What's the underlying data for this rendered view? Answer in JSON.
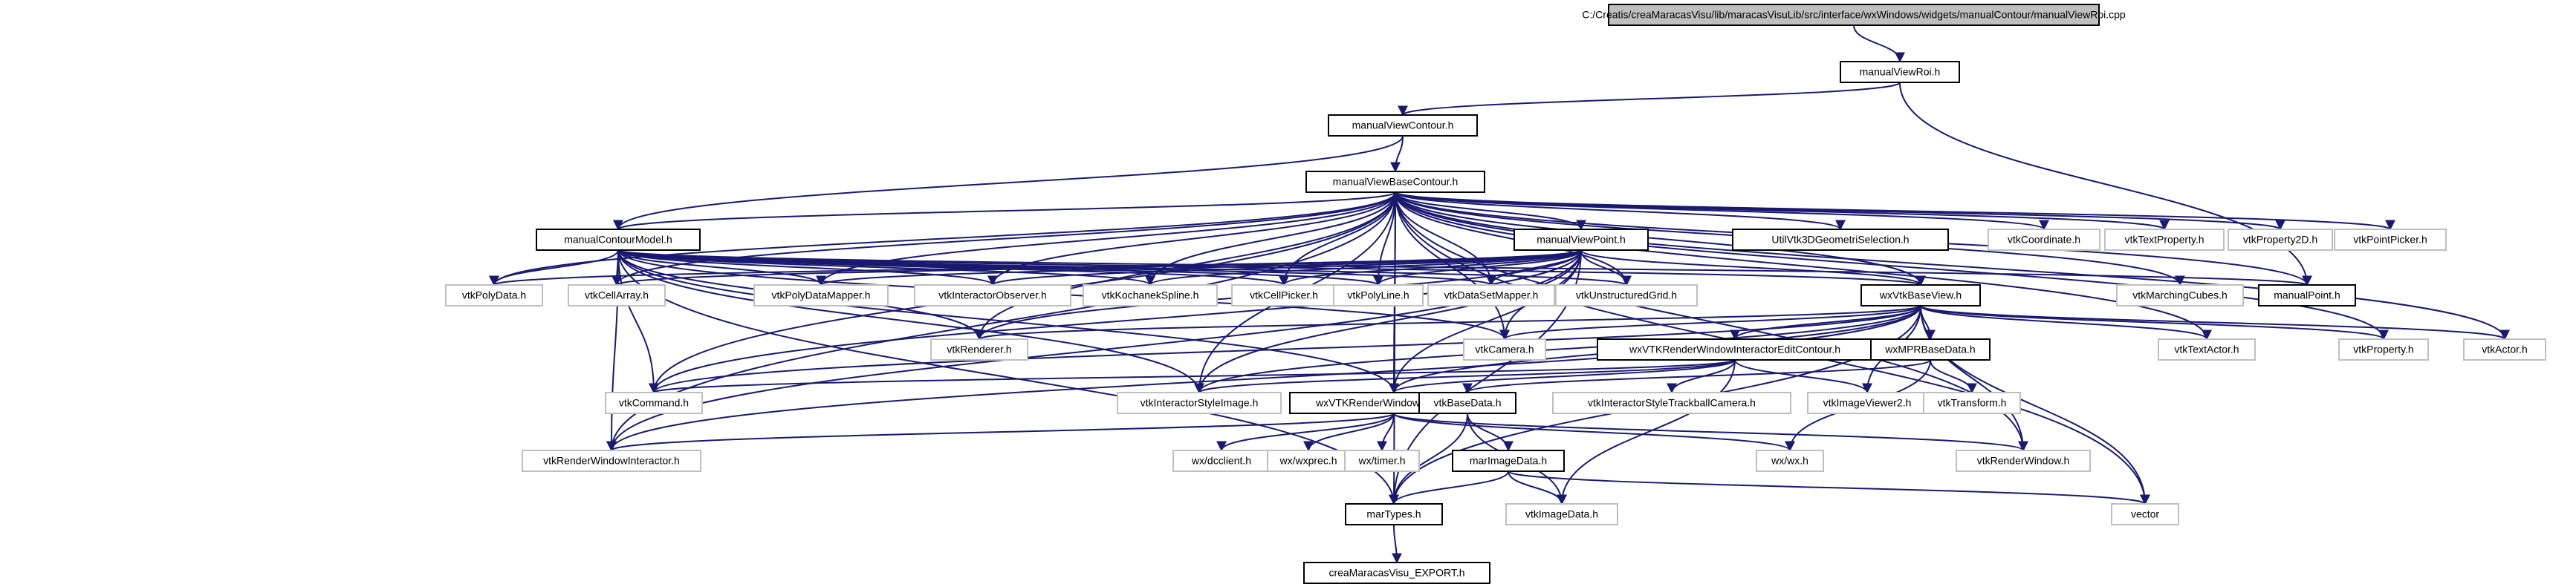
{
  "diagram": {
    "nodes": [
      {
        "id": "root",
        "label": "C:/Creatis/creaMaracasVisu/lib/maracasVisuLib/src/interface/wxWindows/widgets/manualContour/manualViewRoi.cpp",
        "style": "root"
      },
      {
        "id": "manualViewRoi",
        "label": "manualViewRoi.h",
        "style": "solid"
      },
      {
        "id": "manualViewContour",
        "label": "manualViewContour.h",
        "style": "solid"
      },
      {
        "id": "manualViewBaseContour",
        "label": "manualViewBaseContour.h",
        "style": "solid"
      },
      {
        "id": "manualContourModel",
        "label": "manualContourModel.h",
        "style": "solid"
      },
      {
        "id": "manualViewPoint",
        "label": "manualViewPoint.h",
        "style": "solid"
      },
      {
        "id": "UtilVtk3DGeometriSelection",
        "label": "UtilVtk3DGeometriSelection.h",
        "style": "solid"
      },
      {
        "id": "vtkCoordinate",
        "label": "vtkCoordinate.h",
        "style": "faint"
      },
      {
        "id": "vtkTextProperty",
        "label": "vtkTextProperty.h",
        "style": "faint"
      },
      {
        "id": "vtkProperty2D",
        "label": "vtkProperty2D.h",
        "style": "faint"
      },
      {
        "id": "vtkPointPicker",
        "label": "vtkPointPicker.h",
        "style": "faint"
      },
      {
        "id": "vtkPolyData",
        "label": "vtkPolyData.h",
        "style": "faint"
      },
      {
        "id": "vtkCellArray",
        "label": "vtkCellArray.h",
        "style": "faint"
      },
      {
        "id": "vtkPolyDataMapper",
        "label": "vtkPolyDataMapper.h",
        "style": "faint"
      },
      {
        "id": "vtkInteractorObserver",
        "label": "vtkInteractorObserver.h",
        "style": "faint"
      },
      {
        "id": "vtkKochanekSpline",
        "label": "vtkKochanekSpline.h",
        "style": "faint"
      },
      {
        "id": "vtkCellPicker",
        "label": "vtkCellPicker.h",
        "style": "faint"
      },
      {
        "id": "vtkPolyLine",
        "label": "vtkPolyLine.h",
        "style": "faint"
      },
      {
        "id": "vtkDataSetMapper",
        "label": "vtkDataSetMapper.h",
        "style": "faint"
      },
      {
        "id": "vtkUnstructuredGrid",
        "label": "vtkUnstructuredGrid.h",
        "style": "faint"
      },
      {
        "id": "wxVtkBaseView",
        "label": "wxVtkBaseView.h",
        "style": "solid"
      },
      {
        "id": "vtkMarchingCubes",
        "label": "vtkMarchingCubes.h",
        "style": "faint"
      },
      {
        "id": "manualPoint",
        "label": "manualPoint.h",
        "style": "solid"
      },
      {
        "id": "vtkRenderer",
        "label": "vtkRenderer.h",
        "style": "faint"
      },
      {
        "id": "vtkCamera",
        "label": "vtkCamera.h",
        "style": "faint"
      },
      {
        "id": "wxVTKRenderWindowInteractorEditContour",
        "label": "wxVTKRenderWindowInteractorEditContour.h",
        "style": "solid"
      },
      {
        "id": "wxMPRBaseData",
        "label": "wxMPRBaseData.h",
        "style": "solid"
      },
      {
        "id": "vtkTextActor",
        "label": "vtkTextActor.h",
        "style": "faint"
      },
      {
        "id": "vtkProperty",
        "label": "vtkProperty.h",
        "style": "faint"
      },
      {
        "id": "vtkActor",
        "label": "vtkActor.h",
        "style": "faint"
      },
      {
        "id": "vtkCommand",
        "label": "vtkCommand.h",
        "style": "faint"
      },
      {
        "id": "vtkInteractorStyleImage",
        "label": "vtkInteractorStyleImage.h",
        "style": "faint"
      },
      {
        "id": "wxVTKRenderWindowInteractor",
        "label": "wxVTKRenderWindowInteractor.h",
        "style": "solid"
      },
      {
        "id": "vtkBaseData",
        "label": "vtkBaseData.h",
        "style": "solid"
      },
      {
        "id": "vtkInteractorStyleTrackballCamera",
        "label": "vtkInteractorStyleTrackballCamera.h",
        "style": "faint"
      },
      {
        "id": "vtkImageViewer2",
        "label": "vtkImageViewer2.h",
        "style": "faint"
      },
      {
        "id": "vtkTransform",
        "label": "vtkTransform.h",
        "style": "faint"
      },
      {
        "id": "vtkRenderWindowInteractor",
        "label": "vtkRenderWindowInteractor.h",
        "style": "faint"
      },
      {
        "id": "wxdcclient",
        "label": "wx/dcclient.h",
        "style": "faint"
      },
      {
        "id": "wxwxprec",
        "label": "wx/wxprec.h",
        "style": "faint"
      },
      {
        "id": "wxtimer",
        "label": "wx/timer.h",
        "style": "faint"
      },
      {
        "id": "marImageData",
        "label": "marImageData.h",
        "style": "solid"
      },
      {
        "id": "wxwx",
        "label": "wx/wx.h",
        "style": "faint"
      },
      {
        "id": "vtkRenderWindow",
        "label": "vtkRenderWindow.h",
        "style": "faint"
      },
      {
        "id": "marTypes",
        "label": "marTypes.h",
        "style": "solid"
      },
      {
        "id": "vtkImageData",
        "label": "vtkImageData.h",
        "style": "faint"
      },
      {
        "id": "vector",
        "label": "vector",
        "style": "faint"
      },
      {
        "id": "creaMaracasVisu_EXPORT",
        "label": "creaMaracasVisu_EXPORT.h",
        "style": "solid"
      }
    ],
    "edges": [
      [
        "root",
        "manualViewRoi"
      ],
      [
        "manualViewRoi",
        "manualViewContour"
      ],
      [
        "manualViewRoi",
        "manualPoint"
      ],
      [
        "manualViewContour",
        "manualViewBaseContour"
      ],
      [
        "manualViewContour",
        "manualContourModel"
      ],
      [
        "manualViewBaseContour",
        "manualContourModel"
      ],
      [
        "manualViewBaseContour",
        "manualViewPoint"
      ],
      [
        "manualViewBaseContour",
        "UtilVtk3DGeometriSelection"
      ],
      [
        "manualViewBaseContour",
        "vtkCoordinate"
      ],
      [
        "manualViewBaseContour",
        "vtkTextProperty"
      ],
      [
        "manualViewBaseContour",
        "vtkProperty2D"
      ],
      [
        "manualViewBaseContour",
        "vtkPointPicker"
      ],
      [
        "manualViewBaseContour",
        "vtkPolyData"
      ],
      [
        "manualViewBaseContour",
        "vtkCellArray"
      ],
      [
        "manualViewBaseContour",
        "vtkPolyDataMapper"
      ],
      [
        "manualViewBaseContour",
        "vtkInteractorObserver"
      ],
      [
        "manualViewBaseContour",
        "vtkKochanekSpline"
      ],
      [
        "manualViewBaseContour",
        "vtkCellPicker"
      ],
      [
        "manualViewBaseContour",
        "vtkPolyLine"
      ],
      [
        "manualViewBaseContour",
        "vtkDataSetMapper"
      ],
      [
        "manualViewBaseContour",
        "vtkUnstructuredGrid"
      ],
      [
        "manualViewBaseContour",
        "wxVtkBaseView"
      ],
      [
        "manualViewBaseContour",
        "vtkMarchingCubes"
      ],
      [
        "manualViewBaseContour",
        "manualPoint"
      ],
      [
        "manualViewBaseContour",
        "vtkRenderer"
      ],
      [
        "manualViewBaseContour",
        "vtkCamera"
      ],
      [
        "manualViewBaseContour",
        "vtkTextActor"
      ],
      [
        "manualViewBaseContour",
        "vtkProperty"
      ],
      [
        "manualViewBaseContour",
        "vtkActor"
      ],
      [
        "manualViewBaseContour",
        "vtkCommand"
      ],
      [
        "manualViewBaseContour",
        "vtkInteractorStyleImage"
      ],
      [
        "manualViewBaseContour",
        "wxVTKRenderWindowInteractor"
      ],
      [
        "manualViewBaseContour",
        "vtkRenderWindowInteractor"
      ],
      [
        "manualViewBaseContour",
        "vtkRenderWindow"
      ],
      [
        "manualViewBaseContour",
        "marTypes"
      ],
      [
        "manualViewBaseContour",
        "vector"
      ],
      [
        "manualContourModel",
        "vtkPolyData"
      ],
      [
        "manualContourModel",
        "vtkCellArray"
      ],
      [
        "manualContourModel",
        "vtkPolyDataMapper"
      ],
      [
        "manualContourModel",
        "vtkInteractorObserver"
      ],
      [
        "manualContourModel",
        "vtkKochanekSpline"
      ],
      [
        "manualContourModel",
        "vtkCellPicker"
      ],
      [
        "manualContourModel",
        "vtkPolyLine"
      ],
      [
        "manualContourModel",
        "vtkDataSetMapper"
      ],
      [
        "manualContourModel",
        "vtkUnstructuredGrid"
      ],
      [
        "manualContourModel",
        "wxVtkBaseView"
      ],
      [
        "manualContourModel",
        "manualPoint"
      ],
      [
        "manualContourModel",
        "vtkRenderer"
      ],
      [
        "manualContourModel",
        "vtkCamera"
      ],
      [
        "manualContourModel",
        "vtkCommand"
      ],
      [
        "manualContourModel",
        "vtkInteractorStyleImage"
      ],
      [
        "manualContourModel",
        "wxVTKRenderWindowInteractor"
      ],
      [
        "manualContourModel",
        "vtkRenderWindowInteractor"
      ],
      [
        "manualContourModel",
        "marTypes"
      ],
      [
        "manualViewPoint",
        "vtkPolyData"
      ],
      [
        "manualViewPoint",
        "vtkCellArray"
      ],
      [
        "manualViewPoint",
        "vtkPolyDataMapper"
      ],
      [
        "manualViewPoint",
        "vtkInteractorObserver"
      ],
      [
        "manualViewPoint",
        "vtkKochanekSpline"
      ],
      [
        "manualViewPoint",
        "vtkCellPicker"
      ],
      [
        "manualViewPoint",
        "vtkPolyLine"
      ],
      [
        "manualViewPoint",
        "vtkDataSetMapper"
      ],
      [
        "manualViewPoint",
        "vtkUnstructuredGrid"
      ],
      [
        "manualViewPoint",
        "wxVtkBaseView"
      ],
      [
        "manualViewPoint",
        "vtkRenderer"
      ],
      [
        "manualViewPoint",
        "vtkCamera"
      ],
      [
        "manualViewPoint",
        "vtkCommand"
      ],
      [
        "manualViewPoint",
        "vtkInteractorStyleImage"
      ],
      [
        "manualViewPoint",
        "wxVTKRenderWindowInteractor"
      ],
      [
        "manualViewPoint",
        "vtkRenderWindowInteractor"
      ],
      [
        "manualViewPoint",
        "marTypes"
      ],
      [
        "wxVtkBaseView",
        "vtkRenderer"
      ],
      [
        "wxVtkBaseView",
        "vtkCamera"
      ],
      [
        "wxVtkBaseView",
        "wxVTKRenderWindowInteractorEditContour"
      ],
      [
        "wxVtkBaseView",
        "wxMPRBaseData"
      ],
      [
        "wxVtkBaseView",
        "vtkTextActor"
      ],
      [
        "wxVtkBaseView",
        "vtkProperty"
      ],
      [
        "wxVtkBaseView",
        "vtkActor"
      ],
      [
        "wxVtkBaseView",
        "vtkCommand"
      ],
      [
        "wxVtkBaseView",
        "vtkInteractorStyleImage"
      ],
      [
        "wxVtkBaseView",
        "wxVTKRenderWindowInteractor"
      ],
      [
        "wxVtkBaseView",
        "vtkImageViewer2"
      ],
      [
        "wxVtkBaseView",
        "vtkRenderWindowInteractor"
      ],
      [
        "wxVtkBaseView",
        "vtkRenderWindow"
      ],
      [
        "wxVtkBaseView",
        "marTypes"
      ],
      [
        "wxVtkBaseView",
        "vector"
      ],
      [
        "wxVTKRenderWindowInteractorEditContour",
        "vtkCommand"
      ],
      [
        "wxVTKRenderWindowInteractorEditContour",
        "vtkInteractorStyleImage"
      ],
      [
        "wxVTKRenderWindowInteractorEditContour",
        "wxVTKRenderWindowInteractor"
      ],
      [
        "wxVTKRenderWindowInteractorEditContour",
        "vtkInteractorStyleTrackballCamera"
      ],
      [
        "wxVTKRenderWindowInteractorEditContour",
        "vtkImageViewer2"
      ],
      [
        "wxVTKRenderWindowInteractorEditContour",
        "vtkImageData"
      ],
      [
        "wxMPRBaseData",
        "vtkBaseData"
      ],
      [
        "wxMPRBaseData",
        "vtkTransform"
      ],
      [
        "wxMPRBaseData",
        "wxwx"
      ],
      [
        "wxVTKRenderWindowInteractor",
        "vtkRenderWindowInteractor"
      ],
      [
        "wxVTKRenderWindowInteractor",
        "wxdcclient"
      ],
      [
        "wxVTKRenderWindowInteractor",
        "wxwxprec"
      ],
      [
        "wxVTKRenderWindowInteractor",
        "wxtimer"
      ],
      [
        "wxVTKRenderWindowInteractor",
        "wxwx"
      ],
      [
        "wxVTKRenderWindowInteractor",
        "vtkRenderWindow"
      ],
      [
        "vtkBaseData",
        "marImageData"
      ],
      [
        "vtkBaseData",
        "marTypes"
      ],
      [
        "vtkBaseData",
        "vtkImageData"
      ],
      [
        "marImageData",
        "marTypes"
      ],
      [
        "marImageData",
        "vtkImageData"
      ],
      [
        "marImageData",
        "vector"
      ],
      [
        "marTypes",
        "creaMaracasVisu_EXPORT"
      ]
    ]
  }
}
